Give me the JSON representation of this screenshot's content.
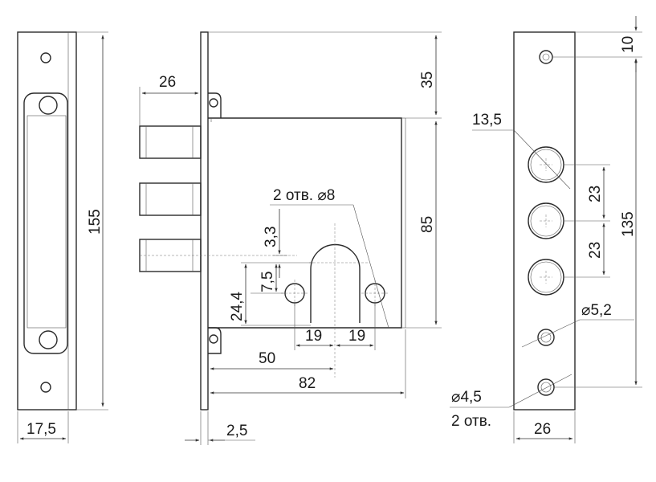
{
  "dimensions": {
    "strike_height": "155",
    "strike_width": "17,5",
    "bolt_projection": "26",
    "top_offset": "35",
    "box_height": "85",
    "bolt_hole_spacing": "3,3",
    "key_offset": "7,5",
    "lower_offset": "24,4",
    "keyhole_left": "19",
    "keyhole_right": "19",
    "backset": "50",
    "case_width": "82",
    "plate_thickness": "2,5",
    "holes_note": "2 отв. ⌀8",
    "top_hole": "10",
    "bolt_diameter": "13,5",
    "bolt_spacing_1": "23",
    "bolt_spacing_2": "23",
    "faceplate_height": "135",
    "screw_hole": "⌀5,2",
    "mount_hole": "⌀4,5",
    "mount_hole_count": "2 отв.",
    "faceplate_width": "26"
  }
}
